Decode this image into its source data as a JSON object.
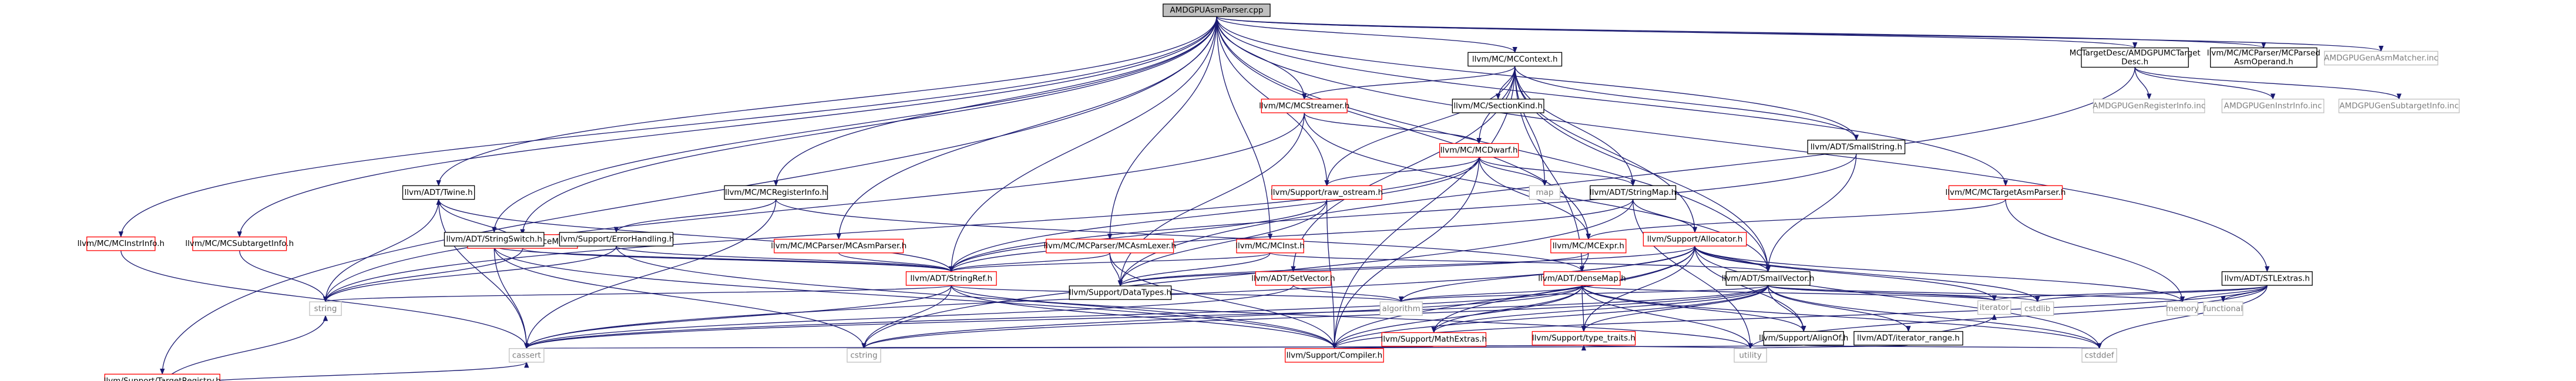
{
  "nodes": [
    {
      "id": "root",
      "lines": [
        "AMDGPUAsmParser.cpp"
      ],
      "kind": "root"
    },
    {
      "id": "mcinstrinfo",
      "lines": [
        "llvm/MC/MCInstrInfo.h"
      ],
      "kind": "red"
    },
    {
      "id": "mcsubtarget",
      "lines": [
        "llvm/MC/MCSubtargetInfo.h"
      ],
      "kind": "red"
    },
    {
      "id": "targetregistry",
      "lines": [
        "llvm/Support/TargetRegistry.h"
      ],
      "kind": "red"
    },
    {
      "id": "sourcemgr",
      "lines": [
        "llvm/Support/SourceMgr.h"
      ],
      "kind": "red"
    },
    {
      "id": "twine",
      "lines": [
        "llvm/ADT/Twine.h"
      ],
      "kind": "black"
    },
    {
      "id": "stringswitch",
      "lines": [
        "llvm/ADT/StringSwitch.h"
      ],
      "kind": "black"
    },
    {
      "id": "errorhandling",
      "lines": [
        "llvm/Support/ErrorHandling.h"
      ],
      "kind": "black"
    },
    {
      "id": "mcregisterinfo",
      "lines": [
        "llvm/MC/MCRegisterInfo.h"
      ],
      "kind": "black"
    },
    {
      "id": "mcasmparser",
      "lines": [
        "llvm/MC/MCParser/MCAsmParser.h"
      ],
      "kind": "red"
    },
    {
      "id": "mcasmlexer",
      "lines": [
        "llvm/MC/MCParser/MCAsmLexer.h"
      ],
      "kind": "red"
    },
    {
      "id": "mcinst",
      "lines": [
        "llvm/MC/MCInst.h"
      ],
      "kind": "red"
    },
    {
      "id": "mccontext",
      "lines": [
        "llvm/MC/MCContext.h"
      ],
      "kind": "black"
    },
    {
      "id": "mcstreamer",
      "lines": [
        "llvm/MC/MCStreamer.h"
      ],
      "kind": "red"
    },
    {
      "id": "mcsectionkind",
      "lines": [
        "llvm/MC/SectionKind.h"
      ],
      "kind": "black"
    },
    {
      "id": "mcdwarf",
      "lines": [
        "llvm/MC/MCDwarf.h"
      ],
      "kind": "red"
    },
    {
      "id": "map",
      "lines": [
        "map"
      ],
      "kind": "gray"
    },
    {
      "id": "rawostream",
      "lines": [
        "llvm/Support/raw_ostream.h"
      ],
      "kind": "red"
    },
    {
      "id": "stringmap",
      "lines": [
        "llvm/ADT/StringMap.h"
      ],
      "kind": "black"
    },
    {
      "id": "smallstring",
      "lines": [
        "llvm/ADT/SmallString.h"
      ],
      "kind": "black"
    },
    {
      "id": "mcexpr",
      "lines": [
        "llvm/MC/MCExpr.h"
      ],
      "kind": "red"
    },
    {
      "id": "allocator",
      "lines": [
        "llvm/Support/Allocator.h"
      ],
      "kind": "red"
    },
    {
      "id": "mctargetasmparser",
      "lines": [
        "llvm/MC/MCTargetAsmParser.h"
      ],
      "kind": "red"
    },
    {
      "id": "amdgpumctarget",
      "lines": [
        "MCTargetDesc/AMDGPUMCTarget",
        "Desc.h"
      ],
      "kind": "black"
    },
    {
      "id": "amdgpuparsed",
      "lines": [
        "llvm/MC/MCParser/MCParsed",
        "AsmOperand.h"
      ],
      "kind": "black"
    },
    {
      "id": "genasmmatcher",
      "lines": [
        "AMDGPUGenAsmMatcher.inc"
      ],
      "kind": "gray"
    },
    {
      "id": "genreginfo",
      "lines": [
        "AMDGPUGenRegisterInfo.inc"
      ],
      "kind": "gray"
    },
    {
      "id": "geninstrinfo",
      "lines": [
        "AMDGPUGenInstrInfo.inc"
      ],
      "kind": "gray"
    },
    {
      "id": "gensubtarget",
      "lines": [
        "AMDGPUGenSubtargetInfo.inc"
      ],
      "kind": "gray"
    },
    {
      "id": "stlextras",
      "lines": [
        "llvm/ADT/STLExtras.h"
      ],
      "kind": "black"
    },
    {
      "id": "stringref",
      "lines": [
        "llvm/ADT/StringRef.h"
      ],
      "kind": "red"
    },
    {
      "id": "datatypes",
      "lines": [
        "llvm/Support/DataTypes.h"
      ],
      "kind": "black"
    },
    {
      "id": "setvector",
      "lines": [
        "llvm/ADT/SetVector.h"
      ],
      "kind": "red"
    },
    {
      "id": "densemap",
      "lines": [
        "llvm/ADT/DenseMap.h"
      ],
      "kind": "red"
    },
    {
      "id": "smallvector",
      "lines": [
        "llvm/ADT/SmallVector.h"
      ],
      "kind": "black"
    },
    {
      "id": "string",
      "lines": [
        "string"
      ],
      "kind": "gray"
    },
    {
      "id": "algorithm",
      "lines": [
        "algorithm"
      ],
      "kind": "gray"
    },
    {
      "id": "mathextras",
      "lines": [
        "llvm/Support/MathExtras.h"
      ],
      "kind": "red"
    },
    {
      "id": "typetraits",
      "lines": [
        "llvm/Support/type_traits.h"
      ],
      "kind": "red"
    },
    {
      "id": "alignof",
      "lines": [
        "llvm/Support/AlignOf.h"
      ],
      "kind": "black"
    },
    {
      "id": "iteratorrange",
      "lines": [
        "llvm/ADT/iterator_range.h"
      ],
      "kind": "black"
    },
    {
      "id": "iterator",
      "lines": [
        "iterator"
      ],
      "kind": "gray"
    },
    {
      "id": "cstdlib",
      "lines": [
        "cstdlib"
      ],
      "kind": "gray"
    },
    {
      "id": "memory",
      "lines": [
        "memory"
      ],
      "kind": "gray"
    },
    {
      "id": "functional",
      "lines": [
        "functional"
      ],
      "kind": "gray"
    },
    {
      "id": "cassert",
      "lines": [
        "cassert"
      ],
      "kind": "gray"
    },
    {
      "id": "cstring",
      "lines": [
        "cstring"
      ],
      "kind": "gray"
    },
    {
      "id": "compiler",
      "lines": [
        "llvm/Support/Compiler.h"
      ],
      "kind": "red"
    },
    {
      "id": "utility",
      "lines": [
        "utility"
      ],
      "kind": "gray"
    },
    {
      "id": "cstddef",
      "lines": [
        "cstddef"
      ],
      "kind": "gray"
    }
  ],
  "edges": [
    [
      "root",
      "mcinstrinfo"
    ],
    [
      "root",
      "mcsubtarget"
    ],
    [
      "root",
      "targetregistry"
    ],
    [
      "root",
      "sourcemgr"
    ],
    [
      "root",
      "twine"
    ],
    [
      "root",
      "mcregisterinfo"
    ],
    [
      "root",
      "mcasmparser"
    ],
    [
      "root",
      "mcasmlexer"
    ],
    [
      "root",
      "mcinst"
    ],
    [
      "root",
      "mccontext"
    ],
    [
      "root",
      "mcstreamer"
    ],
    [
      "root",
      "mcexpr"
    ],
    [
      "root",
      "rawostream"
    ],
    [
      "root",
      "smallstring"
    ],
    [
      "root",
      "smallvector"
    ],
    [
      "root",
      "mctargetasmparser"
    ],
    [
      "root",
      "amdgpumctarget"
    ],
    [
      "root",
      "amdgpuparsed"
    ],
    [
      "root",
      "genasmmatcher"
    ],
    [
      "root",
      "stlextras"
    ],
    [
      "root",
      "stringswitch"
    ],
    [
      "root",
      "stringref"
    ],
    [
      "mcinstrinfo",
      "cassert"
    ],
    [
      "mcsubtarget",
      "string"
    ],
    [
      "targetregistry",
      "string"
    ],
    [
      "targetregistry",
      "cassert"
    ],
    [
      "sourcemgr",
      "twine"
    ],
    [
      "sourcemgr",
      "string"
    ],
    [
      "sourcemgr",
      "stringref"
    ],
    [
      "twine",
      "stringref"
    ],
    [
      "twine",
      "string"
    ],
    [
      "twine",
      "cassert"
    ],
    [
      "stringswitch",
      "stringref"
    ],
    [
      "stringswitch",
      "cassert"
    ],
    [
      "stringswitch",
      "cstring"
    ],
    [
      "stringswitch",
      "compiler"
    ],
    [
      "errorhandling",
      "stringref"
    ],
    [
      "errorhandling",
      "compiler"
    ],
    [
      "errorhandling",
      "string"
    ],
    [
      "mcregisterinfo",
      "errorhandling"
    ],
    [
      "mcregisterinfo",
      "cassert"
    ],
    [
      "mcregisterinfo",
      "densemap"
    ],
    [
      "mcasmparser",
      "stringref"
    ],
    [
      "mcasmlexer",
      "stringref"
    ],
    [
      "mcasmlexer",
      "datatypes"
    ],
    [
      "mcasmlexer",
      "compiler"
    ],
    [
      "mcinst",
      "stringref"
    ],
    [
      "mcinst",
      "datatypes"
    ],
    [
      "mcinst",
      "smallvector"
    ],
    [
      "mccontext",
      "mcstreamer"
    ],
    [
      "mccontext",
      "mcsectionkind"
    ],
    [
      "mccontext",
      "mcdwarf"
    ],
    [
      "mccontext",
      "map"
    ],
    [
      "mccontext",
      "rawostream"
    ],
    [
      "mccontext",
      "stringmap"
    ],
    [
      "mccontext",
      "smallstring"
    ],
    [
      "mccontext",
      "setvector"
    ],
    [
      "mccontext",
      "densemap"
    ],
    [
      "mccontext",
      "allocator"
    ],
    [
      "mccontext",
      "smallvector"
    ],
    [
      "mccontext",
      "compiler"
    ],
    [
      "mcstreamer",
      "mcdwarf"
    ],
    [
      "mcstreamer",
      "datatypes"
    ],
    [
      "mcstreamer",
      "string"
    ],
    [
      "mcstreamer",
      "smallvector"
    ],
    [
      "mcdwarf",
      "map"
    ],
    [
      "mcdwarf",
      "rawostream"
    ],
    [
      "mcdwarf",
      "stringmap"
    ],
    [
      "mcdwarf",
      "stringref"
    ],
    [
      "mcdwarf",
      "compiler"
    ],
    [
      "mcdwarf",
      "string"
    ],
    [
      "mcdwarf",
      "mcexpr"
    ],
    [
      "rawostream",
      "stringref"
    ],
    [
      "rawostream",
      "datatypes"
    ],
    [
      "rawostream",
      "compiler"
    ],
    [
      "stringmap",
      "allocator"
    ],
    [
      "stringmap",
      "stringref"
    ],
    [
      "stringmap",
      "cstring"
    ],
    [
      "stringmap",
      "utility"
    ],
    [
      "smallstring",
      "stringref"
    ],
    [
      "smallstring",
      "smallvector"
    ],
    [
      "mcexpr",
      "densemap"
    ],
    [
      "mcexpr",
      "datatypes"
    ],
    [
      "mctargetasmparser",
      "mcexpr"
    ],
    [
      "mctargetasmparser",
      "memory"
    ],
    [
      "allocator",
      "smallvector"
    ],
    [
      "allocator",
      "alignof"
    ],
    [
      "allocator",
      "datatypes"
    ],
    [
      "allocator",
      "mathextras"
    ],
    [
      "allocator",
      "compiler"
    ],
    [
      "allocator",
      "algorithm"
    ],
    [
      "allocator",
      "cassert"
    ],
    [
      "allocator",
      "cstddef"
    ],
    [
      "allocator",
      "cstdlib"
    ],
    [
      "allocator",
      "iterator"
    ],
    [
      "allocator",
      "typetraits"
    ],
    [
      "allocator",
      "memory"
    ],
    [
      "amdgpumctarget",
      "genreginfo"
    ],
    [
      "amdgpumctarget",
      "geninstrinfo"
    ],
    [
      "amdgpumctarget",
      "gensubtarget"
    ],
    [
      "amdgpumctarget",
      "datatypes"
    ],
    [
      "stlextras",
      "compiler"
    ],
    [
      "stlextras",
      "cstddef"
    ],
    [
      "stlextras",
      "cstdlib"
    ],
    [
      "stlextras",
      "functional"
    ],
    [
      "stlextras",
      "iterator"
    ],
    [
      "stlextras",
      "memory"
    ],
    [
      "stlextras",
      "utility"
    ],
    [
      "stringref",
      "algorithm"
    ],
    [
      "stringref",
      "cassert"
    ],
    [
      "stringref",
      "cstring"
    ],
    [
      "stringref",
      "string"
    ],
    [
      "stringref",
      "utility"
    ],
    [
      "stringref",
      "compiler"
    ],
    [
      "setvector",
      "algorithm"
    ],
    [
      "setvector",
      "cassert"
    ],
    [
      "densemap",
      "algorithm"
    ],
    [
      "densemap",
      "mathextras"
    ],
    [
      "densemap",
      "typetraits"
    ],
    [
      "densemap",
      "alignof"
    ],
    [
      "densemap",
      "cassert"
    ],
    [
      "densemap",
      "iterator"
    ],
    [
      "densemap",
      "utility"
    ],
    [
      "densemap",
      "compiler"
    ],
    [
      "densemap",
      "cstddef"
    ],
    [
      "densemap",
      "cstring"
    ],
    [
      "smallvector",
      "iteratorrange"
    ],
    [
      "smallvector",
      "alignof"
    ],
    [
      "smallvector",
      "compiler"
    ],
    [
      "smallvector",
      "mathextras"
    ],
    [
      "smallvector",
      "typetraits"
    ],
    [
      "smallvector",
      "algorithm"
    ],
    [
      "smallvector",
      "cassert"
    ],
    [
      "smallvector",
      "cstddef"
    ],
    [
      "smallvector",
      "cstdlib"
    ],
    [
      "smallvector",
      "cstring"
    ],
    [
      "smallvector",
      "iterator"
    ],
    [
      "smallvector",
      "memory"
    ],
    [
      "mathextras",
      "compiler"
    ],
    [
      "mathextras",
      "cassert"
    ],
    [
      "mathextras",
      "cstring"
    ],
    [
      "mathextras",
      "typetraits"
    ],
    [
      "typetraits",
      "utility"
    ],
    [
      "alignof",
      "compiler"
    ],
    [
      "alignof",
      "cstddef"
    ],
    [
      "iteratorrange",
      "utility"
    ],
    [
      "iteratorrange",
      "iterator"
    ]
  ],
  "colors": {
    "edge": "#191970",
    "root_fill": "#bfbfbf",
    "red": "#ff0000",
    "black": "#000000",
    "gray": "#bfbfbf",
    "gray_text": "#7f7f7f"
  }
}
